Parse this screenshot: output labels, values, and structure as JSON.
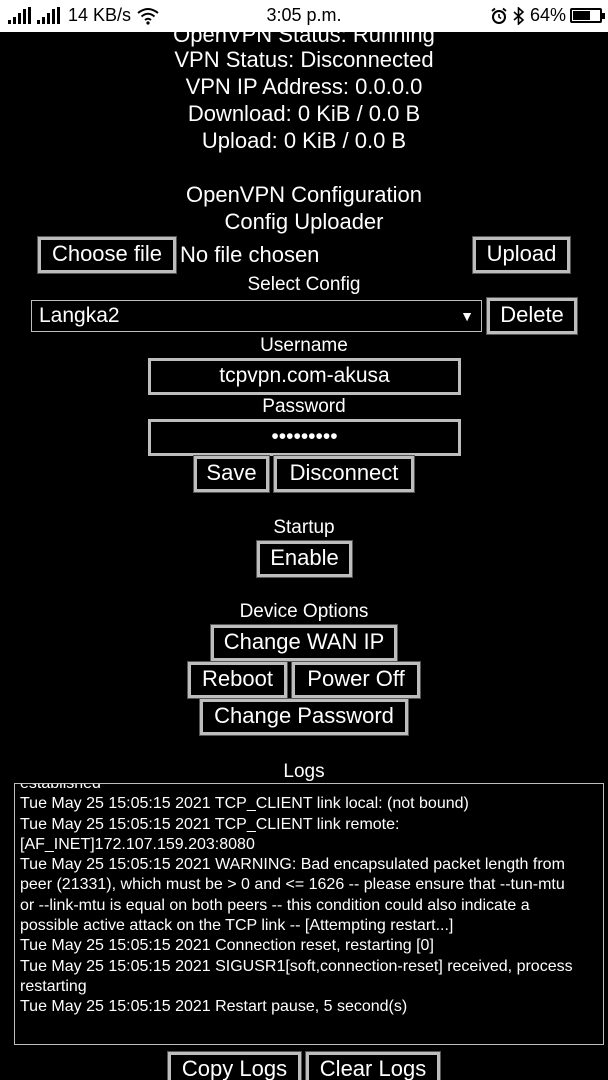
{
  "status_bar": {
    "speed": "14 KB/s",
    "time": "3:05 p.m.",
    "battery": "64%",
    "battery_level": 0.64,
    "icons": [
      "signal-icon",
      "signal-icon",
      "wifi-icon",
      "alarm-icon",
      "bluetooth-icon",
      "battery-icon"
    ]
  },
  "status": {
    "openvpn": "OpenVPN Status: Running",
    "vpn": "VPN Status: Disconnected",
    "ip": "VPN IP Address: 0.0.0.0",
    "download": "Download: 0 KiB / 0.0 B",
    "upload": "Upload: 0 KiB / 0.0 B"
  },
  "config": {
    "heading": "OpenVPN Configuration",
    "uploader_title": "Config Uploader",
    "choose_file": "Choose file",
    "no_file": "No file chosen",
    "upload": "Upload",
    "select_label": "Select Config",
    "selected": "Langka2",
    "delete": "Delete",
    "username_label": "Username",
    "username_value": "tcpvpn.com-akusa",
    "password_label": "Password",
    "password_value": "•••••••••",
    "save": "Save",
    "disconnect": "Disconnect"
  },
  "startup": {
    "label": "Startup",
    "enable": "Enable"
  },
  "device": {
    "label": "Device Options",
    "change_wan": "Change WAN IP",
    "reboot": "Reboot",
    "power_off": "Power Off",
    "change_password": "Change Password"
  },
  "logs": {
    "label": "Logs",
    "lines": [
      "established",
      "Tue May 25 15:05:15 2021 TCP_CLIENT link local: (not bound)",
      "Tue May 25 15:05:15 2021 TCP_CLIENT link remote:",
      "[AF_INET]172.107.159.203:8080",
      "Tue May 25 15:05:15 2021 WARNING: Bad encapsulated packet length from",
      "peer (21331), which must be > 0 and <= 1626 -- please ensure that --tun-mtu",
      "or --link-mtu is equal on both peers -- this condition could also indicate a",
      "possible active attack on the TCP link -- [Attempting restart...]",
      "Tue May 25 15:05:15 2021 Connection reset, restarting [0]",
      "Tue May 25 15:05:15 2021 SIGUSR1[soft,connection-reset] received, process",
      "restarting",
      "Tue May 25 15:05:15 2021 Restart pause, 5 second(s)"
    ],
    "copy": "Copy Logs",
    "clear": "Clear Logs"
  }
}
